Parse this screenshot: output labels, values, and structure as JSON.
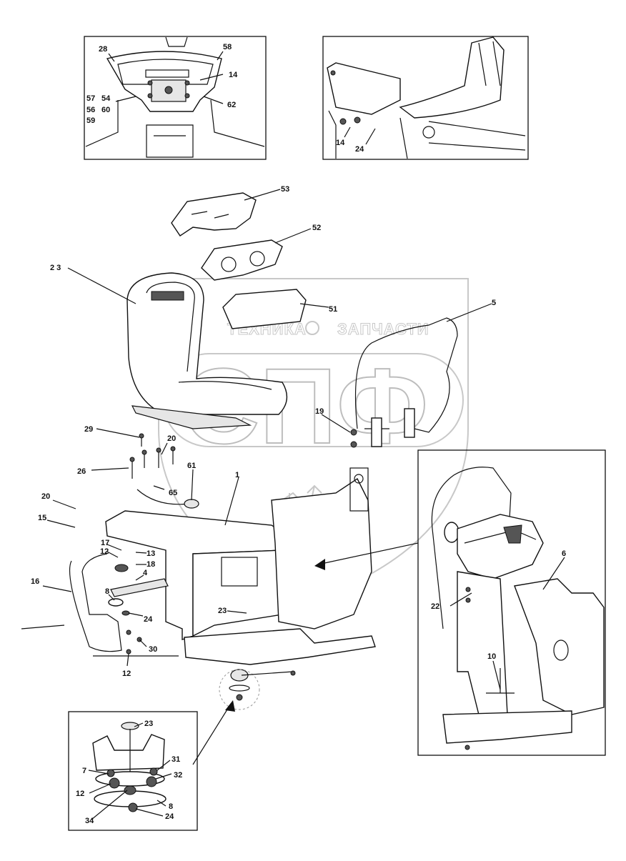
{
  "watermark": {
    "text_left": "ТЕХНИКА",
    "text_right": "ЗАПЧАСТИ",
    "big": "СПФ"
  },
  "inset_top_left": {
    "callouts": [
      "28",
      "58",
      "14",
      "57",
      "54",
      "56",
      "60",
      "59",
      "62"
    ]
  },
  "inset_top_right": {
    "callouts": [
      "14",
      "24"
    ]
  },
  "main": {
    "callouts": {
      "c53": "53",
      "c52": "52",
      "c23": "2 3",
      "c51": "51",
      "c5": "5",
      "c19": "19",
      "c29": "29",
      "c20a": "20",
      "c26": "26",
      "c61": "61",
      "c65": "65",
      "c1": "1",
      "c20b": "20",
      "c15": "15",
      "c17": "17",
      "c13": "13",
      "c12a": "12",
      "c18": "18",
      "c4": "4",
      "c16": "16",
      "c8": "8",
      "c24": "24",
      "c23b": "23",
      "c30": "30",
      "c12b": "12"
    }
  },
  "inset_bottom_left": {
    "callouts": {
      "c23": "23",
      "c31": "31",
      "c7": "7",
      "c32": "32",
      "c12": "12",
      "c8": "8",
      "c34": "34",
      "c24": "24"
    }
  },
  "inset_right": {
    "callouts": {
      "c6": "6",
      "c22": "22",
      "c10": "10"
    }
  }
}
